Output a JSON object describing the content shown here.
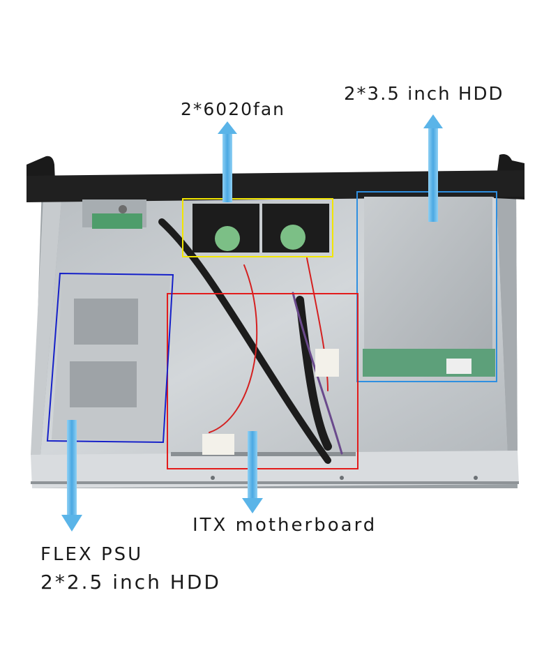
{
  "labels": {
    "fans": "2*6020fan",
    "hdd35": "2*3.5 inch HDD",
    "itx": "ITX motherboard",
    "psu": "FLEX PSU",
    "hdd25": "2*2.5 inch HDD"
  },
  "colors": {
    "fan_box": "#f2e600",
    "hdd35_box": "#2f8fe0",
    "itx_box": "#e31b1b",
    "psu_box": "#1520c8",
    "arrow": "#5ab4e8"
  }
}
